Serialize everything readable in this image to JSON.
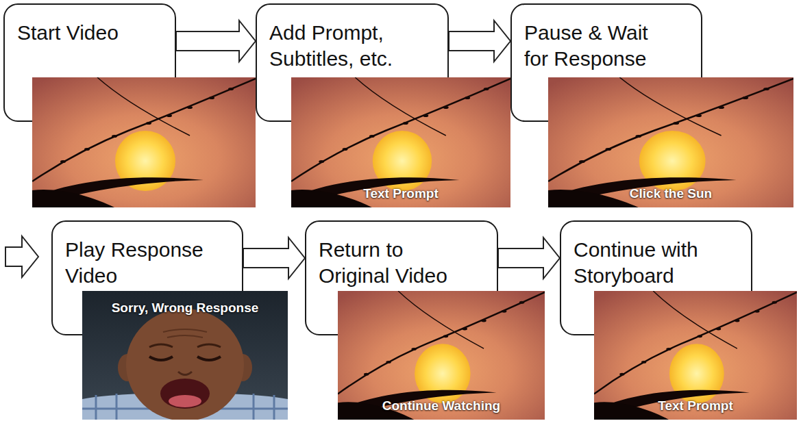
{
  "diagram": {
    "nodes": [
      {
        "text": [
          "Start Video"
        ]
      },
      {
        "text": [
          "Add Prompt, Subtitles, etc."
        ]
      },
      {
        "text": [
          "Pause & Wait for Response"
        ]
      },
      {
        "text": [
          "Play Response Video"
        ]
      },
      {
        "text": [
          "Return to Original Video"
        ]
      },
      {
        "text": [
          "Continue with Storyboard"
        ]
      }
    ],
    "edges": [
      {
        "from": 0,
        "to": 1,
        "arrow": "to"
      },
      {
        "from": 1,
        "to": 2,
        "arrow": "to"
      },
      {
        "from": 3,
        "to": 4,
        "arrow": "to"
      },
      {
        "from": 4,
        "to": 5,
        "arrow": "to"
      }
    ],
    "labels": [
      "Text Prompt",
      "Click the Sun",
      "Sorry, Wrong Response",
      "Continue Watching",
      "Text Prompt"
    ]
  }
}
